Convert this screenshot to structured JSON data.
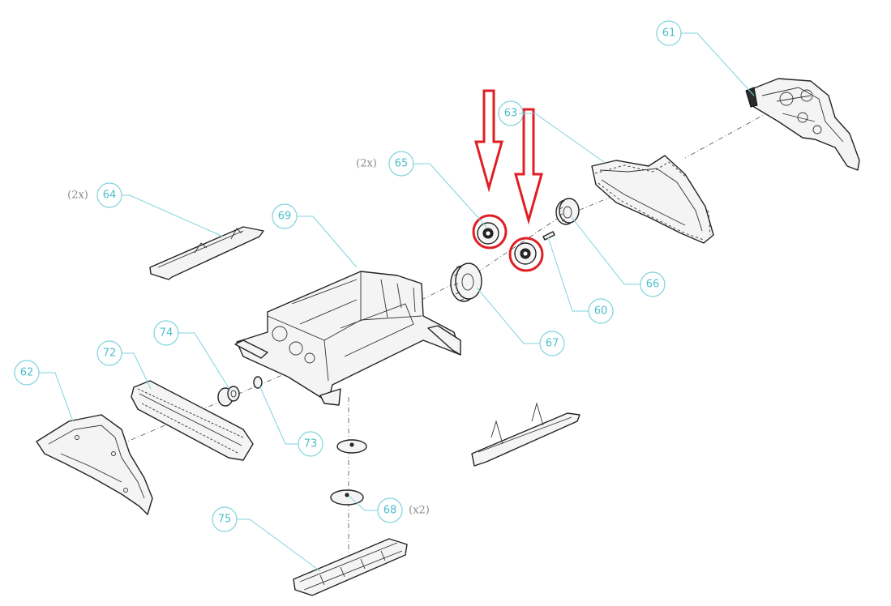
{
  "callouts": {
    "c60": "60",
    "c61": "61",
    "c62": "62",
    "c63": "63",
    "c64": "64",
    "c65": "65",
    "c66": "66",
    "c67": "67",
    "c68": "68",
    "c69": "69",
    "c72": "72",
    "c73": "73",
    "c74": "74",
    "c75": "75"
  },
  "quantities": {
    "q64": "(2x)",
    "q65": "(2x)",
    "q68": "(x2)"
  },
  "colors": {
    "callout": "#4bbfcc",
    "leader": "#7fd3dc",
    "highlight": "#e01e25"
  }
}
